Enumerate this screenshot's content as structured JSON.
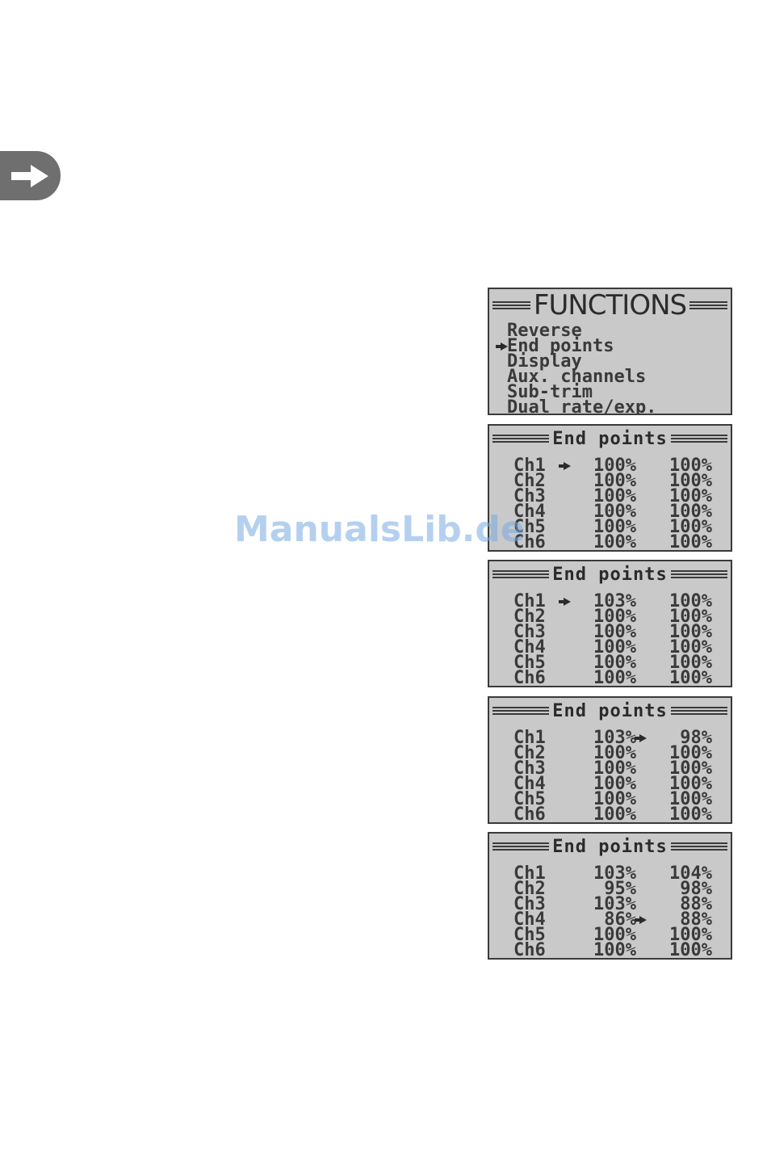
{
  "badge": {
    "icon": "right-arrow-icon"
  },
  "functions_screen": {
    "title": "FUNCTIONS",
    "items": [
      "Reverse",
      "End points",
      "Display",
      "Aux. channels",
      "Sub-trim",
      "Dual rate/exp."
    ],
    "selected_index": 1
  },
  "endpoint_screens": [
    {
      "title": "End points",
      "rows": [
        {
          "ch": "Ch1",
          "v1": "100%",
          "v2": "100%"
        },
        {
          "ch": "Ch2",
          "v1": "100%",
          "v2": "100%"
        },
        {
          "ch": "Ch3",
          "v1": "100%",
          "v2": "100%"
        },
        {
          "ch": "Ch4",
          "v1": "100%",
          "v2": "100%"
        },
        {
          "ch": "Ch5",
          "v1": "100%",
          "v2": "100%"
        },
        {
          "ch": "Ch6",
          "v1": "100%",
          "v2": "100%"
        }
      ],
      "cursor": {
        "row": 0,
        "col": 1
      }
    },
    {
      "title": "End points",
      "rows": [
        {
          "ch": "Ch1",
          "v1": "103%",
          "v2": "100%"
        },
        {
          "ch": "Ch2",
          "v1": "100%",
          "v2": "100%"
        },
        {
          "ch": "Ch3",
          "v1": "100%",
          "v2": "100%"
        },
        {
          "ch": "Ch4",
          "v1": "100%",
          "v2": "100%"
        },
        {
          "ch": "Ch5",
          "v1": "100%",
          "v2": "100%"
        },
        {
          "ch": "Ch6",
          "v1": "100%",
          "v2": "100%"
        }
      ],
      "cursor": {
        "row": 0,
        "col": 1
      }
    },
    {
      "title": "End points",
      "rows": [
        {
          "ch": "Ch1",
          "v1": "103%",
          "v2": "98%"
        },
        {
          "ch": "Ch2",
          "v1": "100%",
          "v2": "100%"
        },
        {
          "ch": "Ch3",
          "v1": "100%",
          "v2": "100%"
        },
        {
          "ch": "Ch4",
          "v1": "100%",
          "v2": "100%"
        },
        {
          "ch": "Ch5",
          "v1": "100%",
          "v2": "100%"
        },
        {
          "ch": "Ch6",
          "v1": "100%",
          "v2": "100%"
        }
      ],
      "cursor": {
        "row": 0,
        "col": 2
      }
    },
    {
      "title": "End points",
      "rows": [
        {
          "ch": "Ch1",
          "v1": "103%",
          "v2": "104%"
        },
        {
          "ch": "Ch2",
          "v1": "95%",
          "v2": "98%"
        },
        {
          "ch": "Ch3",
          "v1": "103%",
          "v2": "88%"
        },
        {
          "ch": "Ch4",
          "v1": "86%",
          "v2": "88%"
        },
        {
          "ch": "Ch5",
          "v1": "100%",
          "v2": "100%"
        },
        {
          "ch": "Ch6",
          "v1": "100%",
          "v2": "100%"
        }
      ],
      "cursor": {
        "row": 3,
        "col": 2
      }
    }
  ],
  "watermark": "ManualsLib.de"
}
